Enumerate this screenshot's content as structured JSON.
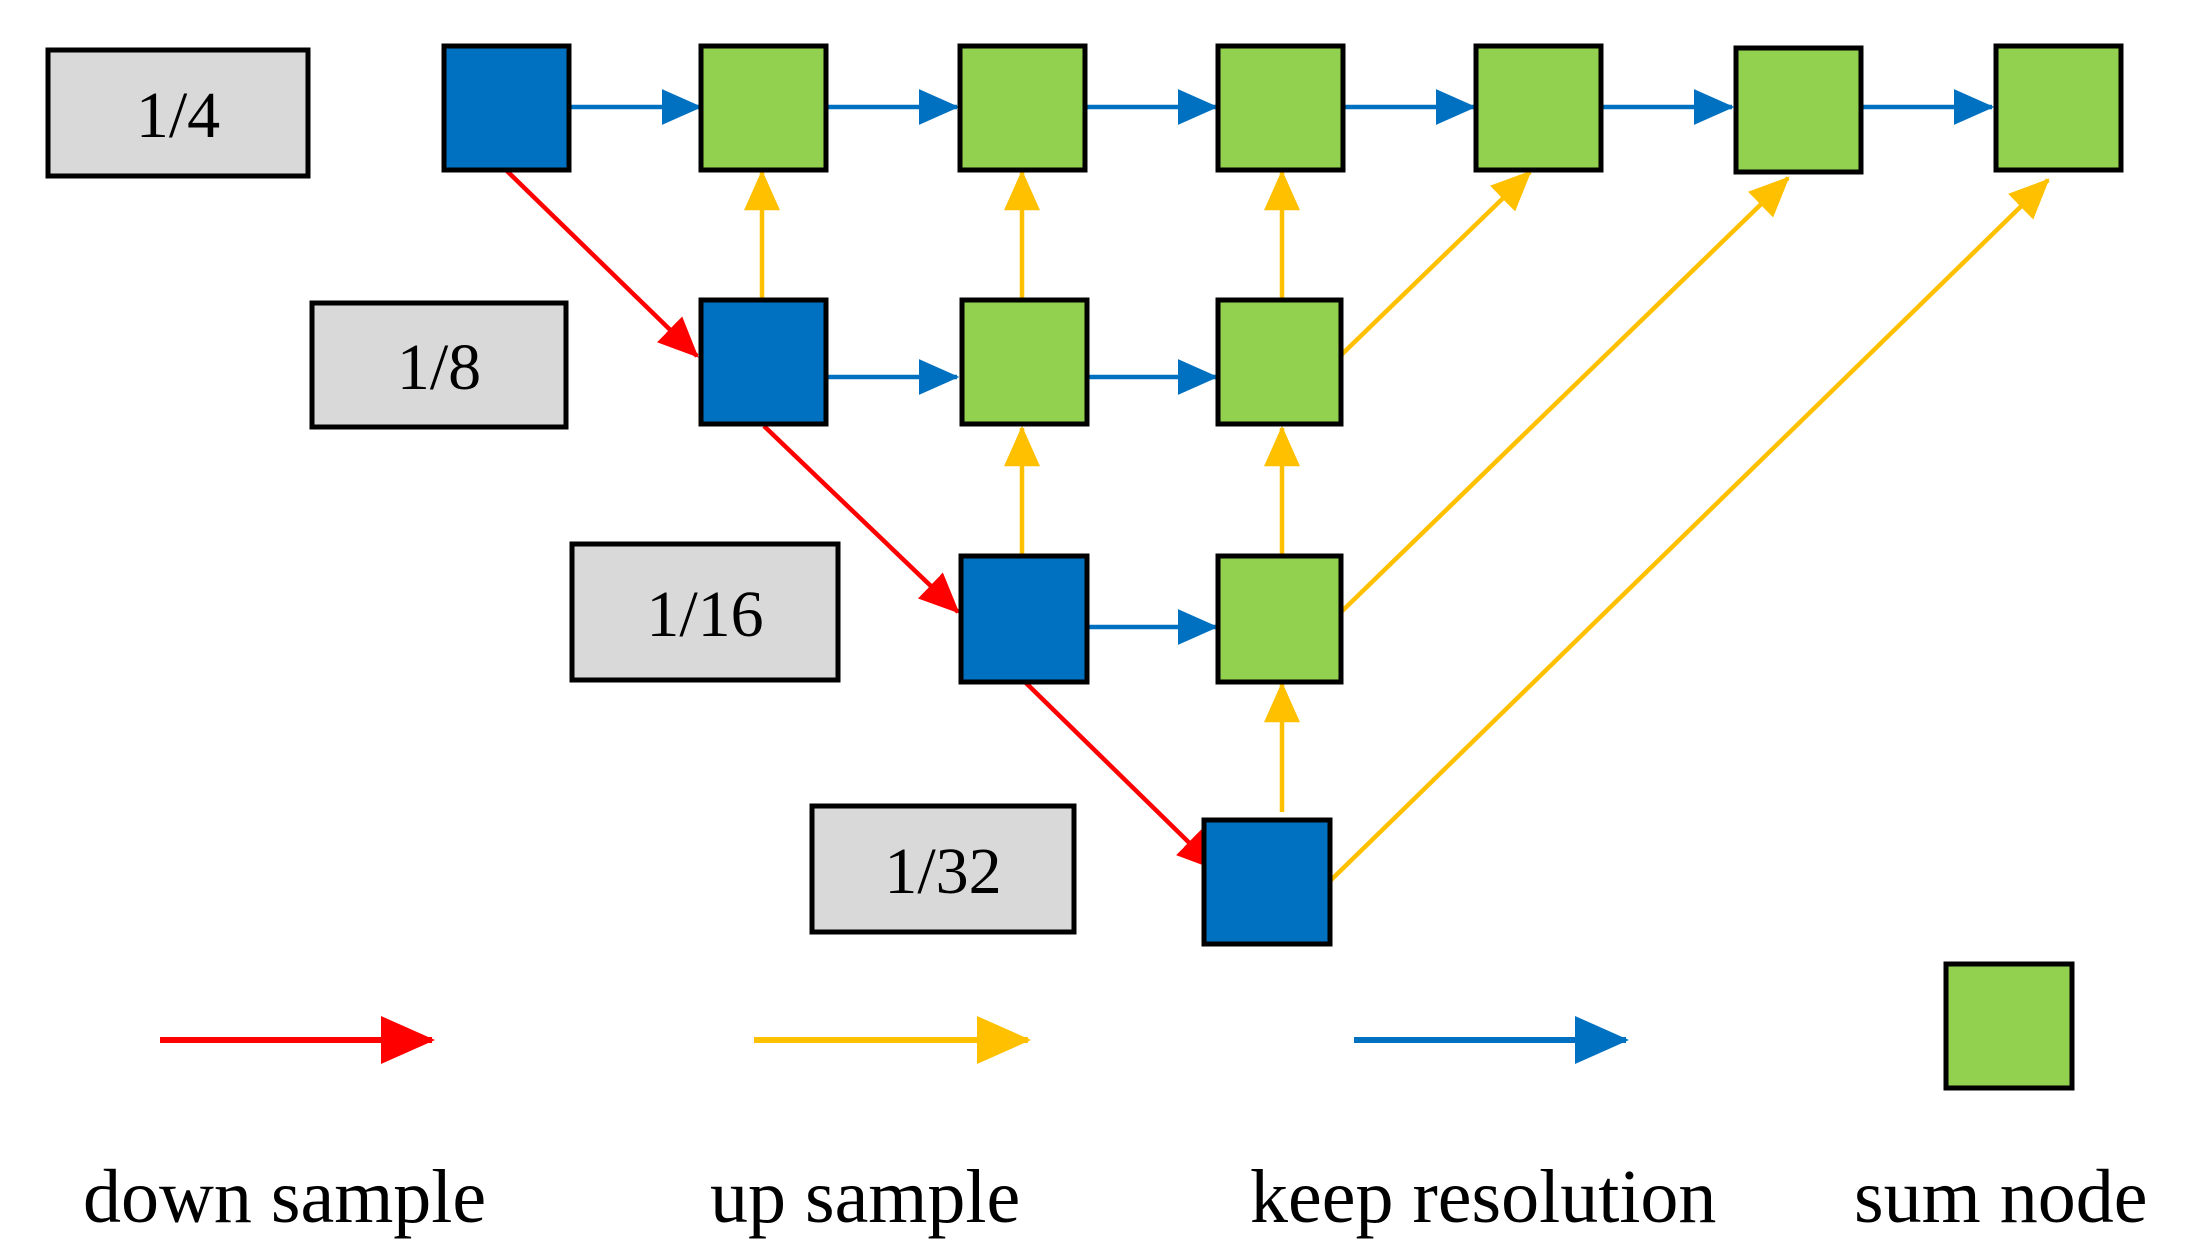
{
  "colors": {
    "encoder_node": "#0070C0",
    "sum_node": "#92D050",
    "label_box": "#D9D9D9",
    "down_sample": "#FF0000",
    "up_sample": "#FFC000",
    "keep_resolution": "#0070C0",
    "outline": "#000000"
  },
  "scale_labels": [
    "1/4",
    "1/8",
    "1/16",
    "1/32"
  ],
  "legend": {
    "down_sample": "down sample",
    "up_sample": "up sample",
    "keep_resolution": "keep resolution",
    "sum_node": "sum node"
  },
  "icons": {
    "down_sample": "red-arrow-icon",
    "up_sample": "orange-arrow-icon",
    "keep_resolution": "blue-arrow-icon",
    "sum_node": "green-square-icon"
  }
}
